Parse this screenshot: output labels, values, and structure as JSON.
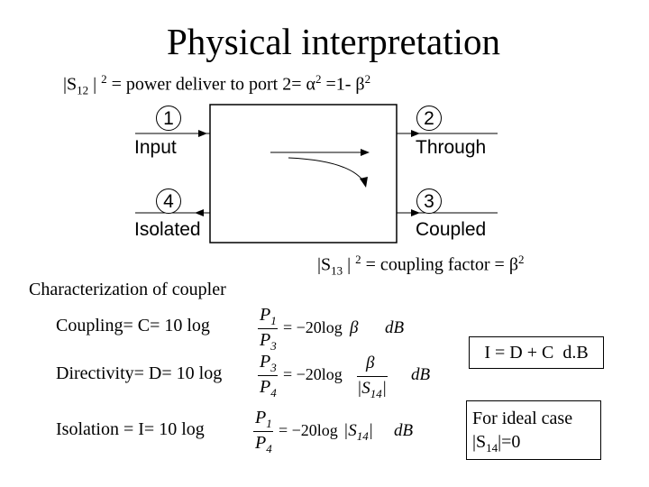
{
  "title": "Physical interpretation",
  "s12_line": {
    "prefix": "|S",
    "sub": "12",
    "mid": " | ",
    "sup": "2",
    "text": " = power deliver to port 2= α",
    "sup2": "2",
    "text2": " =1- β",
    "sup3": "2"
  },
  "diagram": {
    "ports": [
      {
        "num": "1",
        "label": "Input"
      },
      {
        "num": "2",
        "label": "Through"
      },
      {
        "num": "3",
        "label": "Coupled"
      },
      {
        "num": "4",
        "label": "Isolated"
      }
    ]
  },
  "s13_line": {
    "prefix": "|S",
    "sub": "13",
    "mid": " | ",
    "sup": "2",
    "text": " = coupling factor = β",
    "sup2": "2"
  },
  "characterization": "Characterization of coupler",
  "coupling": {
    "label": "Coupling= C= 10 log",
    "num": "P",
    "num_sub": "1",
    "den": "P",
    "den_sub": "3",
    "rhs": "= −20log",
    "beta": "β",
    "unit": "dB"
  },
  "directivity": {
    "label": "Directivity= D= 10 log",
    "num": "P",
    "num_sub": "3",
    "den": "P",
    "den_sub": "4",
    "rhs": "= −20log",
    "beta": "β",
    "s14": "|S",
    "s14_sub": "14",
    "s14_close": "|",
    "unit": "dB"
  },
  "isolation": {
    "label": "Isolation = I= 10 log",
    "num": "P",
    "num_sub": "1",
    "den": "P",
    "den_sub": "4",
    "rhs": "= −20log",
    "s14": "|S",
    "s14_sub": "14",
    "s14_close": "|",
    "unit": "dB"
  },
  "idc_box": "I = D + C  d.B",
  "ideal_box": {
    "line1": "For ideal case",
    "prefix": "|S",
    "sub": "14",
    "suffix": "|=0"
  }
}
